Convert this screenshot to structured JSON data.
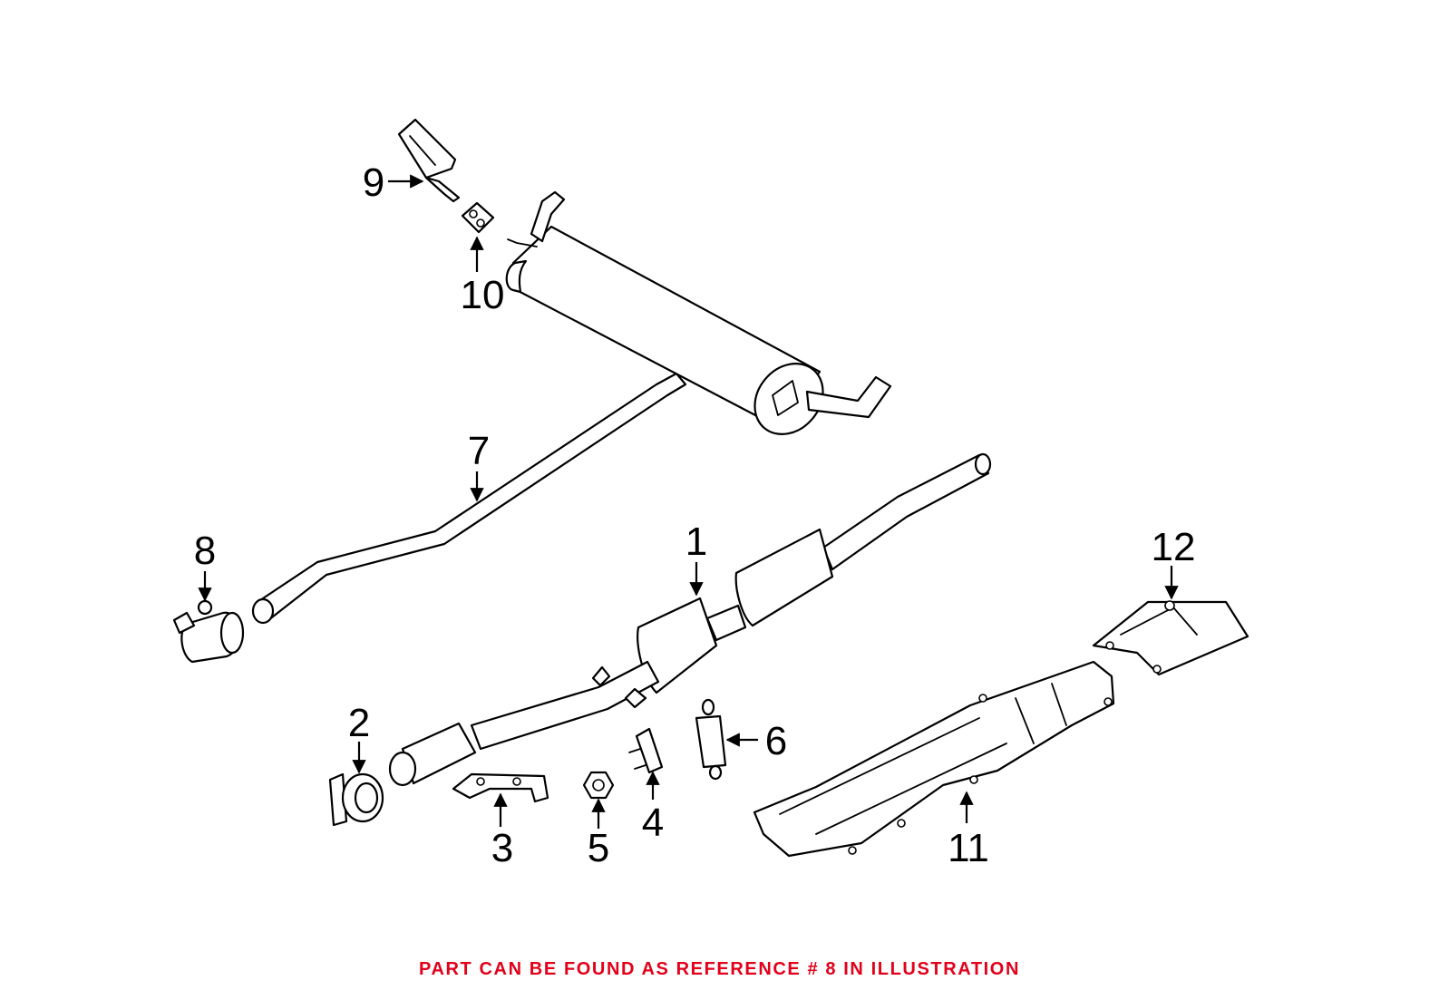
{
  "theme": {
    "footer_color": "#e2001a",
    "line_color": "#000000"
  },
  "callouts": {
    "c1": "1",
    "c2": "2",
    "c3": "3",
    "c4": "4",
    "c5": "5",
    "c6": "6",
    "c7": "7",
    "c8": "8",
    "c9": "9",
    "c10": "10",
    "c11": "11",
    "c12": "12"
  },
  "footer": {
    "note": "PART CAN BE FOUND AS REFERENCE # 8 IN ILLUSTRATION"
  }
}
